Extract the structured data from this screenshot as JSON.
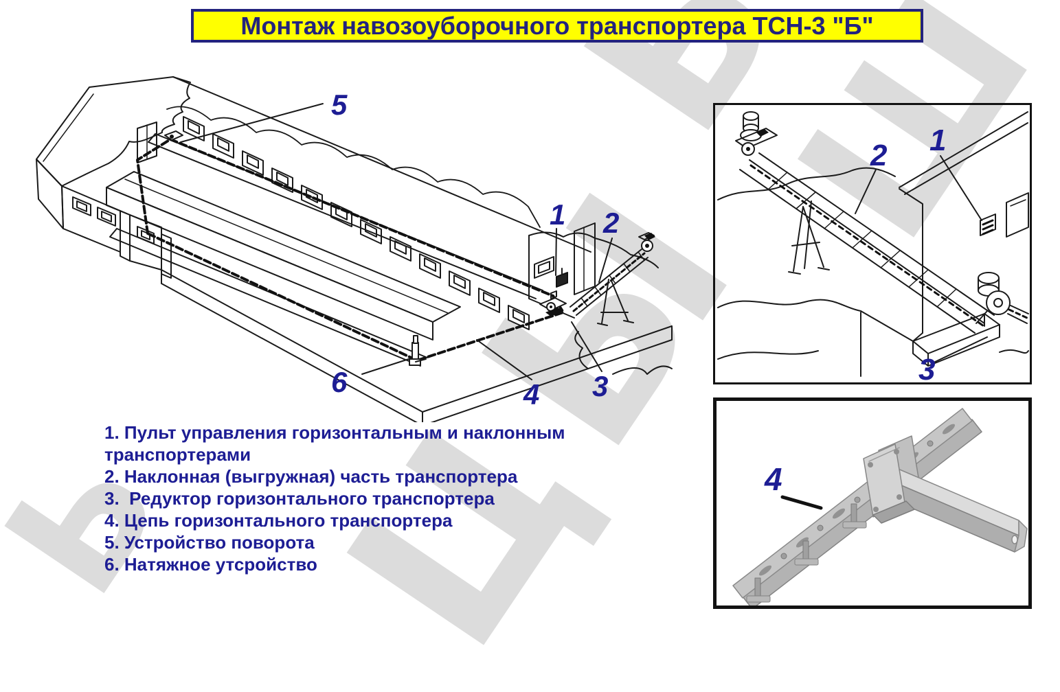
{
  "title": "Монтаж навозоуборочного транспортера ТСН-3 \"Б\"",
  "colors": {
    "accent_navy": "#1d1d94",
    "banner_bg": "#ffff00",
    "banner_border": "#23237e",
    "line_art": "#1a1a1a",
    "watermark_gray": "#dcdcdc"
  },
  "legend": {
    "items": [
      "1. Пульт управления горизонтальным и наклонным транспортерами",
      "2. Наклонная (выгружная) часть транспортера",
      "3.  Редуктор горизонтального транспортера",
      "4. Цепь горизонтального транспортера",
      "5. Устройство поворота",
      "6. Натяжное утсройство"
    ]
  },
  "callouts": {
    "main": [
      "5",
      "1",
      "2",
      "6",
      "4",
      "3"
    ],
    "incline_box": [
      "2",
      "1",
      "3"
    ],
    "chain_box": [
      "4"
    ]
  },
  "watermark": {
    "glyphs": [
      "ЦЫ",
      "Ь",
      "Ш",
      "Ь"
    ]
  }
}
